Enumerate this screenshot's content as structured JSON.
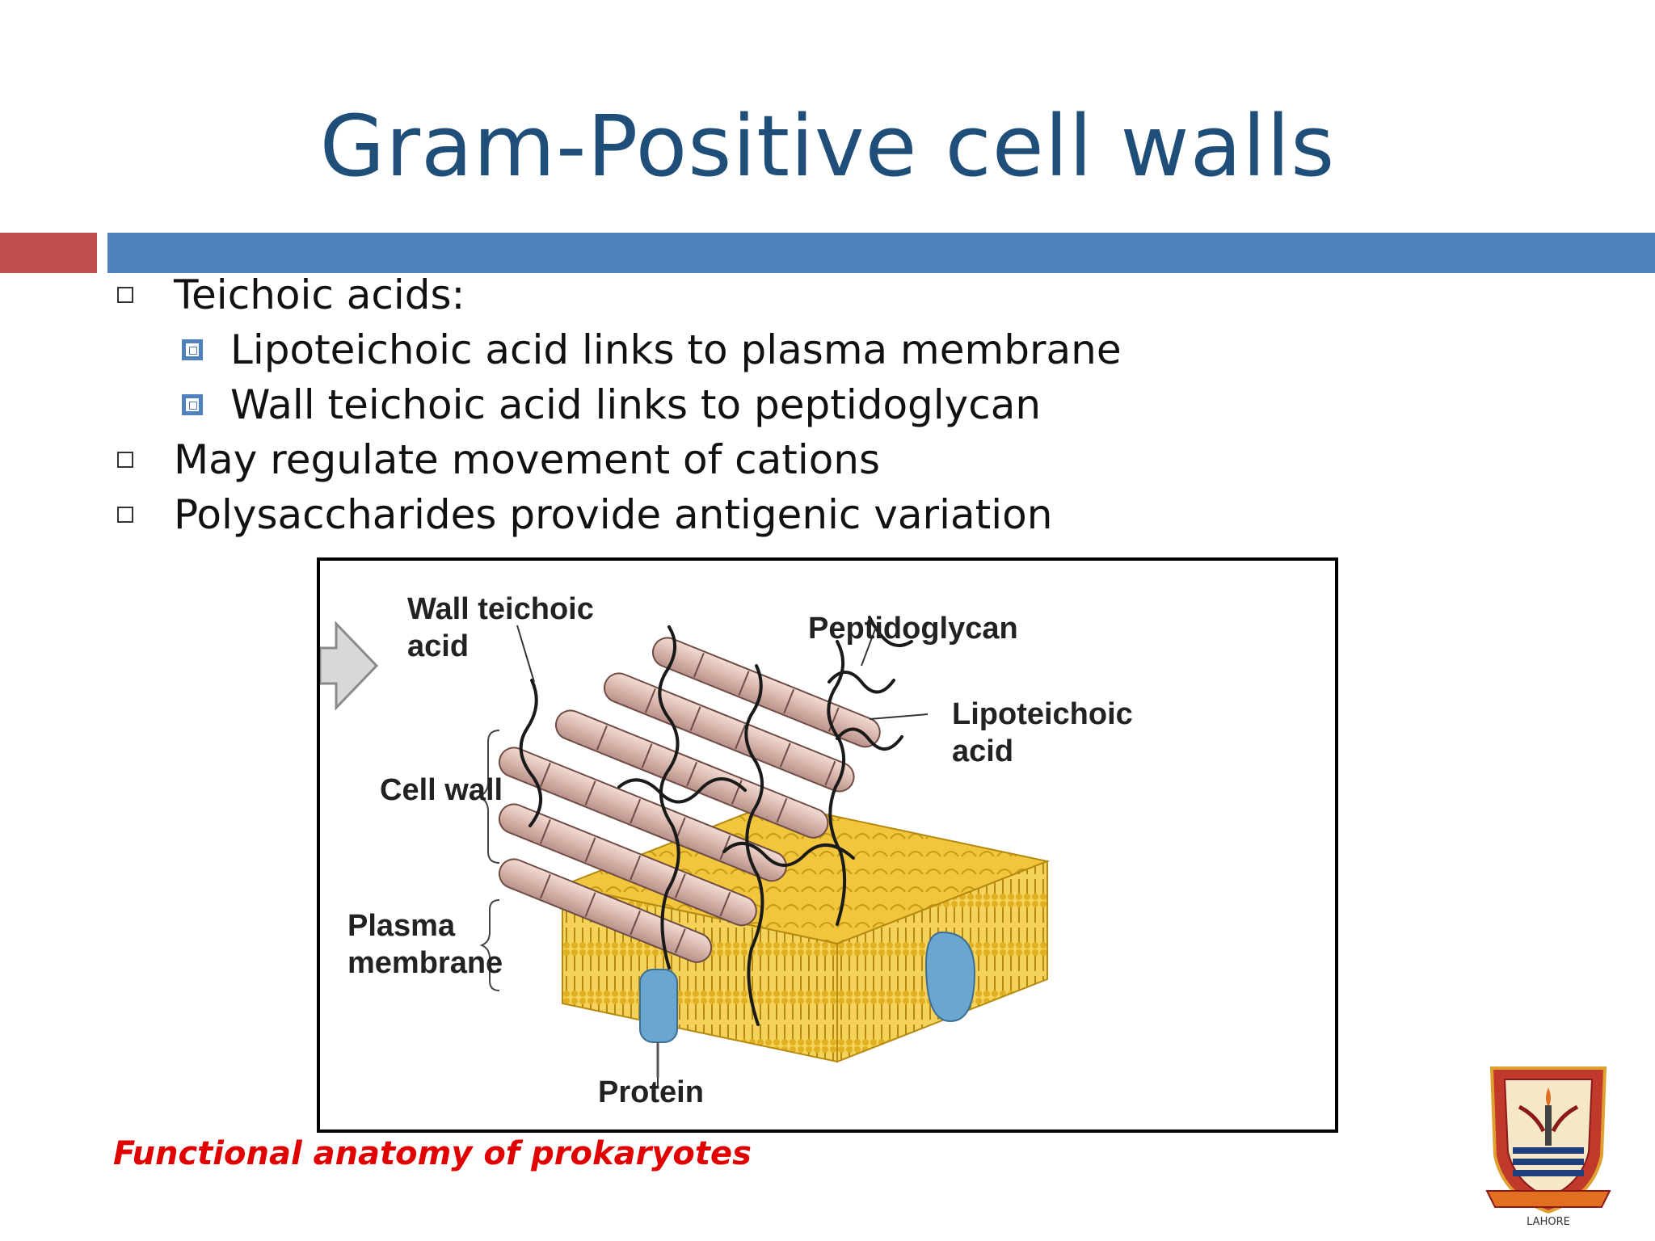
{
  "slide": {
    "title": "Gram-Positive cell walls",
    "bullets": [
      {
        "text": "Teichoic acids:",
        "level": 1
      },
      {
        "text": "Lipoteichoic acid links to plasma membrane",
        "level": 2
      },
      {
        "text": "Wall teichoic acid links to peptidoglycan",
        "level": 2
      },
      {
        "text": "May regulate movement of cations",
        "level": 1
      },
      {
        "text": "Polysaccharides provide antigenic variation",
        "level": 1
      }
    ],
    "caption": "Functional anatomy of prokaryotes"
  },
  "figure": {
    "labels": {
      "wall_teichoic_1": "Wall teichoic",
      "wall_teichoic_2": "acid",
      "peptidoglycan": "Peptidoglycan",
      "lipoteichoic_1": "Lipoteichoic",
      "lipoteichoic_2": "acid",
      "cell_wall": "Cell wall",
      "plasma_1": "Plasma",
      "plasma_2": "membrane",
      "protein": "Protein"
    }
  },
  "logo": {
    "text": "LAHORE"
  },
  "colors": {
    "title": "#1f4e79",
    "accent_blue": "#4f81bd",
    "accent_red": "#c0504d",
    "caption": "#e00000",
    "membrane": "#f2c63c",
    "cylinder": "#d9b7ad",
    "protein": "#6aa6cf"
  }
}
